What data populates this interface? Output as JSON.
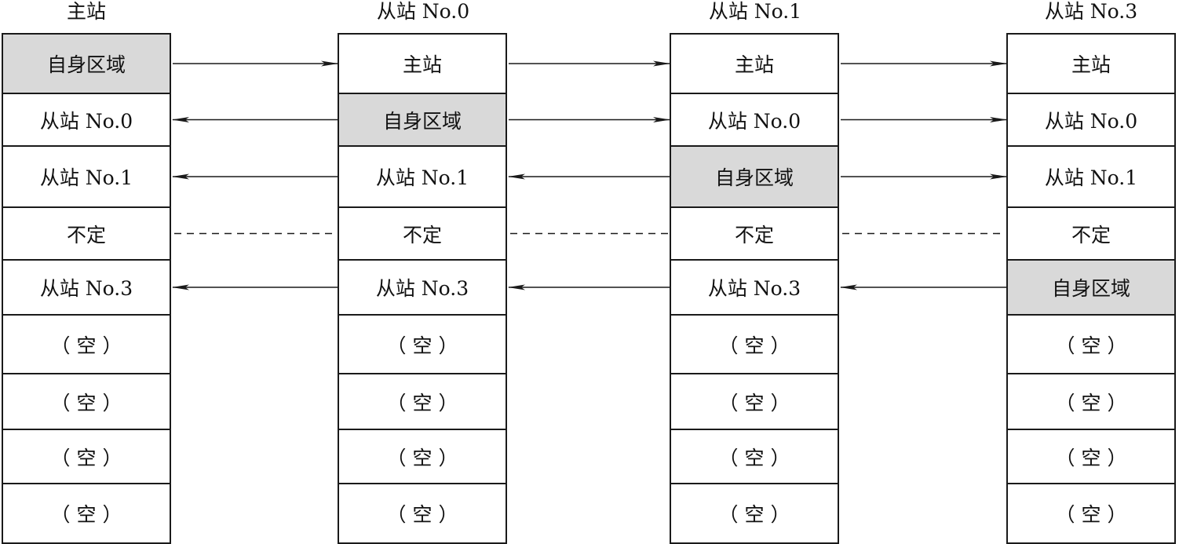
{
  "stations": [
    {
      "title": "主站",
      "cells": [
        {
          "label": "自身区域",
          "self": true
        },
        {
          "label": "从站 No.0",
          "self": false
        },
        {
          "label": "从站 No.1",
          "self": false
        },
        {
          "label": "不定",
          "self": false
        },
        {
          "label": "从站 No.3",
          "self": false
        },
        {
          "label": "（ 空 ）",
          "self": false
        },
        {
          "label": "（ 空 ）",
          "self": false
        },
        {
          "label": "（ 空 ）",
          "self": false
        },
        {
          "label": "（ 空 ）",
          "self": false
        }
      ]
    },
    {
      "title": "从站 No.0",
      "cells": [
        {
          "label": "主站",
          "self": false
        },
        {
          "label": "自身区域",
          "self": true
        },
        {
          "label": "从站 No.1",
          "self": false
        },
        {
          "label": "不定",
          "self": false
        },
        {
          "label": "从站 No.3",
          "self": false
        },
        {
          "label": "（ 空 ）",
          "self": false
        },
        {
          "label": "（ 空 ）",
          "self": false
        },
        {
          "label": "（ 空 ）",
          "self": false
        },
        {
          "label": "（ 空 ）",
          "self": false
        }
      ]
    },
    {
      "title": "从站 No.1",
      "cells": [
        {
          "label": "主站",
          "self": false
        },
        {
          "label": "从站 No.0",
          "self": false
        },
        {
          "label": "自身区域",
          "self": true
        },
        {
          "label": "不定",
          "self": false
        },
        {
          "label": "从站 No.3",
          "self": false
        },
        {
          "label": "（ 空 ）",
          "self": false
        },
        {
          "label": "（ 空 ）",
          "self": false
        },
        {
          "label": "（ 空 ）",
          "self": false
        },
        {
          "label": "（ 空 ）",
          "self": false
        }
      ]
    },
    {
      "title": "从站 No.3",
      "cells": [
        {
          "label": "主站",
          "self": false
        },
        {
          "label": "从站 No.0",
          "self": false
        },
        {
          "label": "从站 No.1",
          "self": false
        },
        {
          "label": "不定",
          "self": false
        },
        {
          "label": "自身区域",
          "self": true
        },
        {
          "label": "（ 空 ）",
          "self": false
        },
        {
          "label": "（ 空 ）",
          "self": false
        },
        {
          "label": "（ 空 ）",
          "self": false
        },
        {
          "label": "（ 空 ）",
          "self": false
        }
      ]
    }
  ],
  "links": [
    {
      "gap": 0,
      "row": 0,
      "style": "arrow-right"
    },
    {
      "gap": 0,
      "row": 1,
      "style": "arrow-left"
    },
    {
      "gap": 0,
      "row": 2,
      "style": "arrow-left"
    },
    {
      "gap": 0,
      "row": 3,
      "style": "dashed"
    },
    {
      "gap": 0,
      "row": 4,
      "style": "arrow-left"
    },
    {
      "gap": 1,
      "row": 0,
      "style": "arrow-right"
    },
    {
      "gap": 1,
      "row": 1,
      "style": "arrow-right"
    },
    {
      "gap": 1,
      "row": 2,
      "style": "arrow-left"
    },
    {
      "gap": 1,
      "row": 3,
      "style": "dashed"
    },
    {
      "gap": 1,
      "row": 4,
      "style": "arrow-left"
    },
    {
      "gap": 2,
      "row": 0,
      "style": "arrow-right"
    },
    {
      "gap": 2,
      "row": 1,
      "style": "arrow-right"
    },
    {
      "gap": 2,
      "row": 2,
      "style": "arrow-right"
    },
    {
      "gap": 2,
      "row": 3,
      "style": "dashed"
    },
    {
      "gap": 2,
      "row": 4,
      "style": "arrow-left"
    }
  ],
  "colors": {
    "line": "#1a1a1a",
    "self_fill": "#d9d9d9"
  }
}
